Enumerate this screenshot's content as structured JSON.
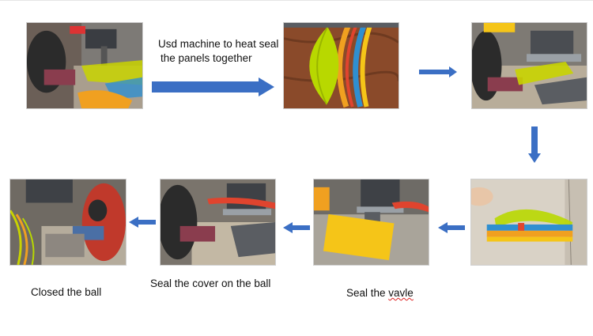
{
  "steps": [
    {
      "id": "step1"
    },
    {
      "id": "step2",
      "caption_lines": [
        "Usd machine to heat seal",
        "the panels together"
      ]
    },
    {
      "id": "step3"
    },
    {
      "id": "step4"
    },
    {
      "id": "step5",
      "caption_prefix": "Seal the ",
      "caption_misspelled": "vavle"
    },
    {
      "id": "step6",
      "caption": "Seal the cover on the ball"
    },
    {
      "id": "step7",
      "caption": "Closed the ball"
    }
  ],
  "colors": {
    "arrow_blue": "#3b6fc4",
    "panel_yellow": "#c9d400",
    "panel_orange": "#f0a020",
    "panel_blue": "#2f8fd0",
    "table_wood": "#8a4a2a",
    "metal_gray": "#9aa0a6"
  }
}
